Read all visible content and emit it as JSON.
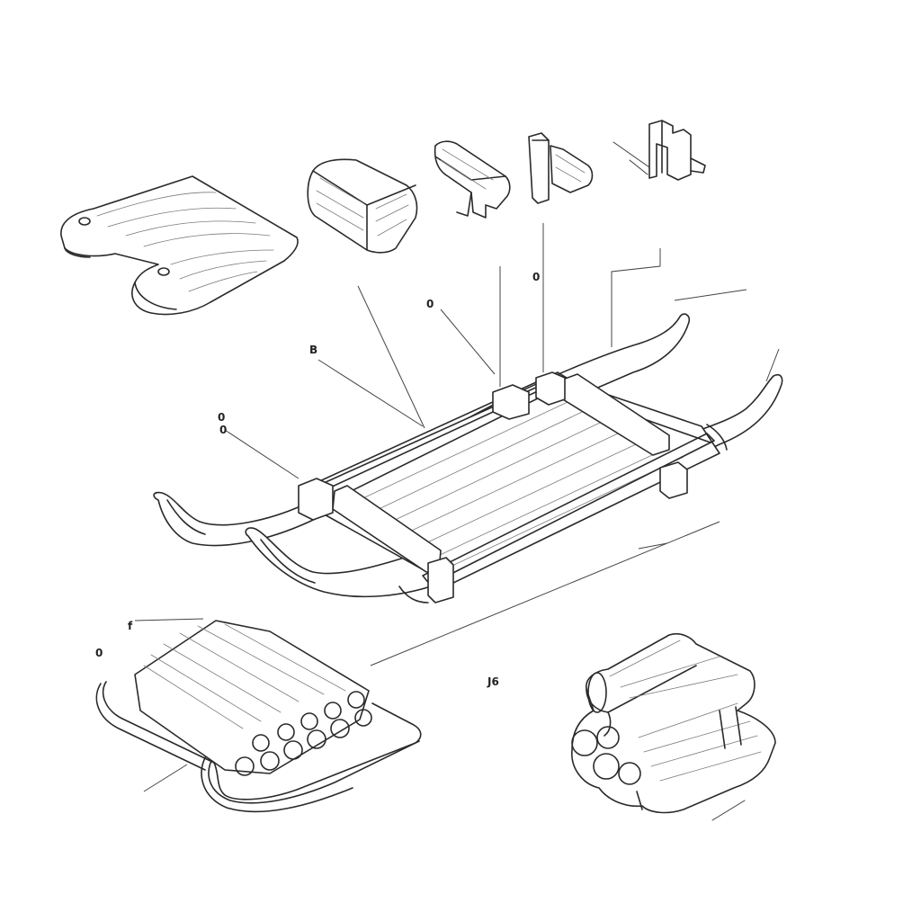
{
  "colors": {
    "ink": "#2a2a2a",
    "grain": "#7a7a7a",
    "background": "#ffffff"
  },
  "callouts": [
    {
      "id": "seat-board",
      "text": ""
    },
    {
      "id": "top-block",
      "text": ""
    },
    {
      "id": "bracket",
      "text": ""
    },
    {
      "id": "peg",
      "text": ""
    },
    {
      "id": "clamp",
      "text": ""
    },
    {
      "id": "label-a",
      "text": "0"
    },
    {
      "id": "label-b",
      "text": "0"
    },
    {
      "id": "label-c",
      "text": "B"
    },
    {
      "id": "label-d",
      "text": "0"
    },
    {
      "id": "label-e",
      "text": "0"
    },
    {
      "id": "label-f",
      "text": "f"
    },
    {
      "id": "label-g",
      "text": "0"
    },
    {
      "id": "label-h",
      "text": "J6"
    }
  ]
}
